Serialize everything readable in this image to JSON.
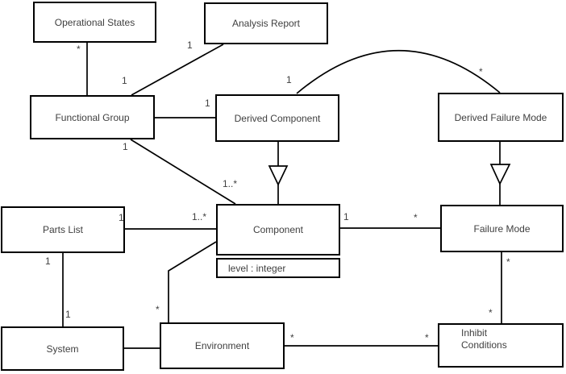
{
  "diagram": {
    "kind": "uml-class-diagram",
    "classes": [
      {
        "name": "Operational States"
      },
      {
        "name": "Analysis Report"
      },
      {
        "name": "Functional Group"
      },
      {
        "name": "Derived Component"
      },
      {
        "name": "Derived Failure Mode"
      },
      {
        "name": "Parts List"
      },
      {
        "name": "Component",
        "attributes": [
          "level : integer"
        ]
      },
      {
        "name": "Failure Mode"
      },
      {
        "name": "System"
      },
      {
        "name": "Environment"
      },
      {
        "name": "Inhibit Conditions",
        "display_lines": [
          "Inhibit",
          "Conditions"
        ]
      }
    ],
    "multiplicities": {
      "os_fg_star": "*",
      "os_fg_one": "1",
      "ar_fg_one": "1",
      "fg_dc_one": "1",
      "curve_one": "1",
      "curve_star": "*",
      "fg_comp_one": "1",
      "fg_comp_many": "1..*",
      "pl_comp_one": "1",
      "pl_comp_many": "1..*",
      "comp_fm_one": "1",
      "comp_fm_star": "*",
      "pl_sys_one_top": "1",
      "pl_sys_one_bottom": "1",
      "comp_env_star": "*",
      "env_ic_star_left": "*",
      "env_ic_star_right": "*",
      "fm_ic_star_top": "*",
      "fm_ic_star_bottom": "*"
    },
    "edges": [
      {
        "from": "Operational States",
        "to": "Functional Group",
        "type": "association",
        "from_label": "*",
        "to_label": "1"
      },
      {
        "from": "Analysis Report",
        "to": "Functional Group",
        "type": "association",
        "from_label": "1",
        "to_label": ""
      },
      {
        "from": "Functional Group",
        "to": "Derived Component",
        "type": "association",
        "from_label": "",
        "to_label": "1"
      },
      {
        "from": "Derived Component",
        "to": "Derived Failure Mode",
        "type": "association-curved",
        "from_label": "1",
        "to_label": "*"
      },
      {
        "from": "Derived Component",
        "to": "Component",
        "type": "generalization"
      },
      {
        "from": "Derived Failure Mode",
        "to": "Failure Mode",
        "type": "generalization"
      },
      {
        "from": "Functional Group",
        "to": "Component",
        "type": "association",
        "from_label": "1",
        "to_label": "1..*"
      },
      {
        "from": "Parts List",
        "to": "Component",
        "type": "association",
        "from_label": "1",
        "to_label": "1..*"
      },
      {
        "from": "Component",
        "to": "Failure Mode",
        "type": "association",
        "from_label": "1",
        "to_label": "*"
      },
      {
        "from": "Parts List",
        "to": "System",
        "type": "association",
        "from_label": "1",
        "to_label": "1"
      },
      {
        "from": "Component",
        "to": "Environment",
        "type": "association",
        "from_label": "",
        "to_label": "*"
      },
      {
        "from": "System",
        "to": "Environment",
        "type": "association",
        "from_label": "",
        "to_label": ""
      },
      {
        "from": "Environment",
        "to": "Inhibit Conditions",
        "type": "association",
        "from_label": "*",
        "to_label": "*"
      },
      {
        "from": "Failure Mode",
        "to": "Inhibit Conditions",
        "type": "association",
        "from_label": "*",
        "to_label": "*"
      }
    ],
    "colors": {
      "line": "#000000",
      "text": "#3f3f3f",
      "box_fill": "#ffffff",
      "background": "#ffffff"
    }
  }
}
